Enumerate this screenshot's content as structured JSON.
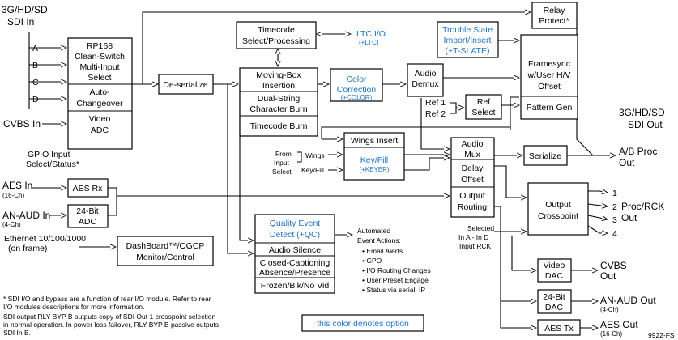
{
  "colors": {
    "option": "#1f74c6",
    "line": "#000000"
  },
  "inputs": {
    "sdi_in": [
      "3G/HD/SD",
      "SDI In"
    ],
    "sdi_letters": [
      "A",
      "B",
      "C",
      "D"
    ],
    "cvbs_in": "CVBS In",
    "gpio": [
      "GPIO Input",
      "Select/Status*"
    ],
    "aes_in": "AES In",
    "aes_in_sub": "(16-Ch)",
    "an_aud_in": "AN-AUD In",
    "an_aud_in_sub": "(4-Ch)",
    "ethernet": [
      "Ethernet 10/100/1000",
      "(on frame)"
    ]
  },
  "blocks": {
    "rp168": [
      "RP168",
      "Clean-Switch",
      "Multi-Input",
      "Select"
    ],
    "auto": [
      "Auto-",
      "Changeover"
    ],
    "video_adc": [
      "Video",
      "ADC"
    ],
    "aes_rx": "AES Rx",
    "adc24": [
      "24-Bit",
      "ADC"
    ],
    "dashboard": [
      "DashBoard™/OGCP",
      "Monitor/Control"
    ],
    "deserialize": "De-serialize",
    "timecode_sel": [
      "Timecode",
      "Select/Processing"
    ],
    "ltc": "LTC  I/O",
    "ltc_sub": "(+LTC)",
    "moving_box": [
      "Moving-Box",
      "Insertion"
    ],
    "dual_string": [
      "Dual-String",
      "Character Burn"
    ],
    "tc_burn": "Timecode Burn",
    "color_corr": [
      "Color",
      "Correction"
    ],
    "color_corr_sub": "(+COLOR)",
    "audio_demux": [
      "Audio",
      "Demux"
    ],
    "trouble_slate": [
      "Trouble Slate",
      "Import/Insert",
      "(+T-SLATE)"
    ],
    "framesync": [
      "Framesync",
      "w/User H/V",
      "Offset"
    ],
    "pattern_gen": "Pattern Gen",
    "ref_labels": [
      "Ref 1",
      "Ref 2"
    ],
    "ref_select": [
      "Ref",
      "Select"
    ],
    "relay": [
      "Relay",
      "Protect*"
    ],
    "wings_insert": "Wings Insert",
    "key_fill": "Key/Fill",
    "key_fill_sub": "(+KEYER)",
    "from_input": [
      "From",
      "Input",
      "Select"
    ],
    "wings_lbl": "Wings",
    "keyfill_lbl": "Key/Fill",
    "audio_mux": [
      "Audio",
      "Mux"
    ],
    "delay_offset": [
      "Delay",
      "Offset"
    ],
    "output_routing": [
      "Output",
      "Routing"
    ],
    "serialize": "Serialize",
    "quality_event": [
      "Quality Event",
      "Detect (+QC)"
    ],
    "audio_silence": "Audio Silence",
    "cc": [
      "Closed-Captioning",
      "Absence/Presence"
    ],
    "frozen": "Frozen/Blk/No Vid",
    "crosspoint": [
      "Output",
      "Crosspoint"
    ],
    "selected_in": [
      "Selected",
      "In A - In D",
      "Input RCK"
    ],
    "video_dac": [
      "Video",
      "DAC"
    ],
    "dac24": [
      "24-Bit",
      "DAC"
    ],
    "aes_tx": "AES Tx"
  },
  "outputs": {
    "sdi_out": [
      "3G/HD/SD",
      "SDI Out"
    ],
    "ab_proc": [
      "A/B Proc",
      "Out"
    ],
    "rck_nums": [
      "1",
      "2",
      "3",
      "4"
    ],
    "proc_rck": [
      "Proc/RCK",
      "Out"
    ],
    "cvbs_out": "CVBS",
    "cvbs_out2": "Out",
    "an_aud_out": "AN-AUD Out",
    "an_aud_out_sub": "(4-Ch)",
    "aes_out": "AES Out",
    "aes_out_sub": "(16-Ch)"
  },
  "actions": {
    "title": [
      "Automated",
      "Event Actions:"
    ],
    "items": [
      "• Email Alerts",
      "• GPO",
      "• I/O Routing Changes",
      "• User Preset Engage",
      "• Status via serial, IP"
    ]
  },
  "notes": [
    "* SDI I/O and bypass are a function of rear I/O module. Refer to rear",
    "  I/O modules descriptions for more information.",
    "  SDI output RLY BYP B outputs copy of SDI Out 1 crosspoint selection",
    "  in normal operation. In power loss failover, RLY BYP B passive outputs",
    "  SDI In B."
  ],
  "legend": "this color denotes option",
  "figure_id": "9922-FS"
}
